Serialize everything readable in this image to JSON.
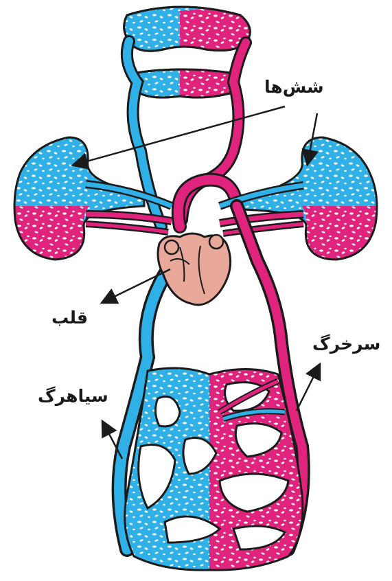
{
  "labels": {
    "lungs": "شش‌ها",
    "heart": "قلب",
    "artery": "سرخرگ",
    "vein": "سیاهرگ"
  },
  "colors": {
    "oxygen_poor_blood": "#2fb0e6",
    "oxygen_rich_blood": "#e0247e",
    "heart": "#e8a89a",
    "outline": "#1b1b1b",
    "cells": "#ffffff"
  }
}
